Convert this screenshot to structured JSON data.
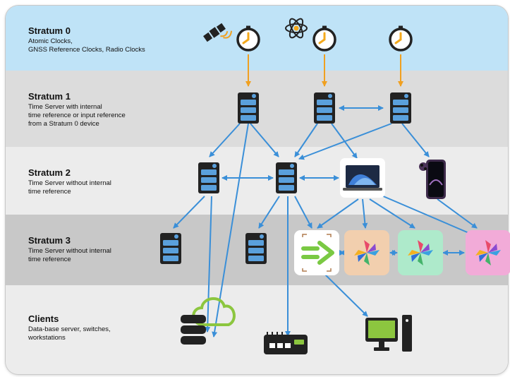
{
  "strata": [
    {
      "title": "Stratum 0",
      "desc": "Atomic Clocks,\nGNSS Reference Clocks, Radio Clocks"
    },
    {
      "title": "Stratum 1",
      "desc": "Time Server with internal\ntime reference or input reference\nfrom a Stratum 0 device"
    },
    {
      "title": "Stratum 2",
      "desc": "Time Server without internal\ntime reference"
    },
    {
      "title": "Stratum 3",
      "desc": "Time Server without internal\ntime reference"
    },
    {
      "title": "Clients",
      "desc": "Data-base server, switches,\nworkstations"
    }
  ],
  "colors": {
    "stratum0": "#bfe3f7",
    "stratum1": "#dcdcdc",
    "stratum2": "#ececec",
    "stratum3": "#c8c8c8",
    "clients": "#ececec",
    "sync_arrow": "#3a8fd8",
    "reference_arrow": "#f0a020",
    "clock": "#f4a91c",
    "server_body": "#222222",
    "server_slot": "#5aa0dc",
    "cloud": "#8cc63f",
    "monitor": "#8cc63f"
  },
  "icons": {
    "satellite": "satellite-icon",
    "atom": "atom-icon",
    "clock": "clock-icon",
    "server": "server-icon",
    "laptop": "laptop-icon",
    "phone": "phone-icon",
    "app": "app-icon",
    "cloud_database": "cloud-database-icon",
    "switch": "network-switch-icon",
    "workstation": "workstation-icon"
  }
}
